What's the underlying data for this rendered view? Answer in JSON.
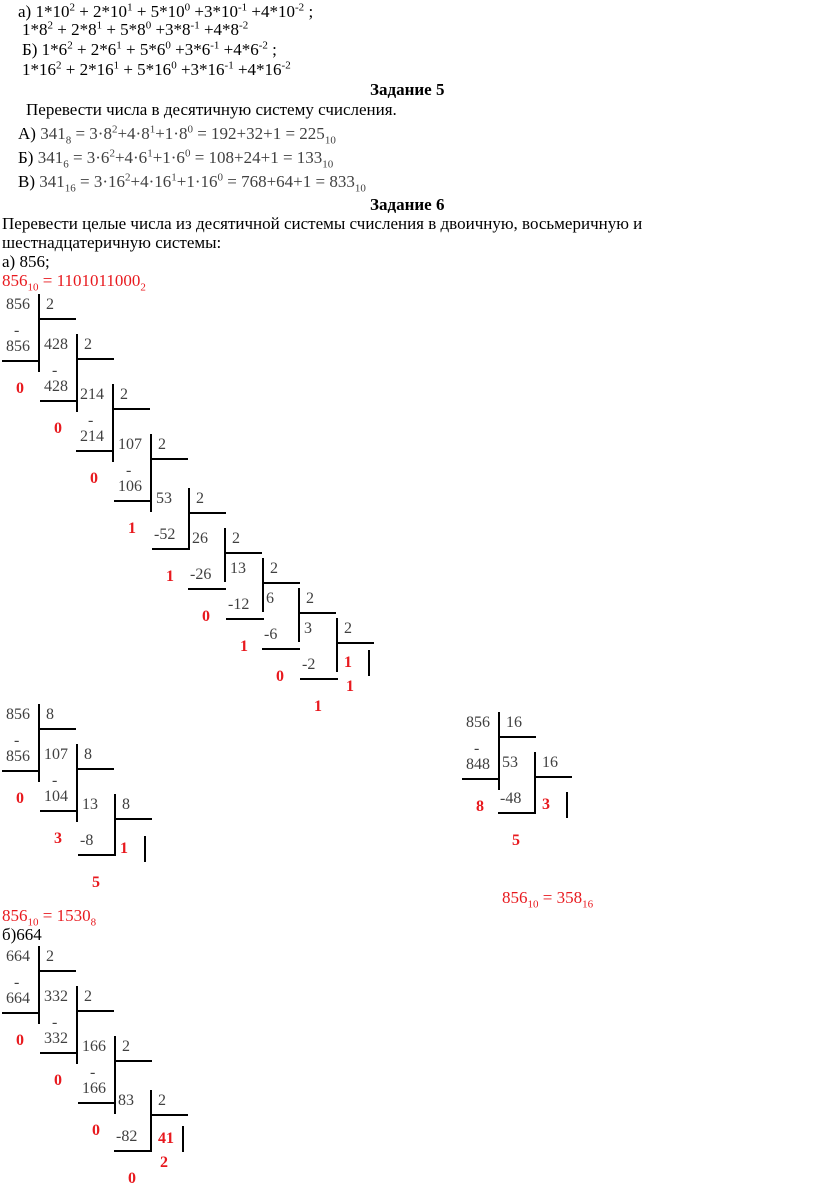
{
  "lines": {
    "a1": [
      "а) 1*10",
      "2",
      " + 2*10",
      "1",
      " + 5*10",
      "0",
      " +3*10",
      "-1",
      " +4*10",
      "-2",
      " ;"
    ],
    "a2": [
      "1*8",
      "2",
      " + 2*8",
      "1",
      " + 5*8",
      "0",
      " +3*8",
      "-1",
      " +4*8",
      "-2"
    ],
    "b1": [
      "Б) 1*6",
      "2",
      " + 2*6",
      "1",
      " + 5*6",
      "0",
      " +3*6",
      "-1",
      " +4*6",
      "-2",
      " ;"
    ],
    "b2": [
      "1*16",
      "2",
      " + 2*16",
      "1",
      " + 5*16",
      "0",
      " +3*16",
      "-1",
      " +4*16",
      "-2"
    ]
  },
  "task5": {
    "title": "Задание 5",
    "intro": "Перевести числа в десятичную систему счисления.",
    "A": {
      "label": "А) ",
      "num": "341",
      "base": "8",
      "expr": [
        " = 3·8",
        "2",
        "+4·8",
        "1",
        "+1·8",
        "0",
        " = 192+32+1 = 225",
        "10"
      ]
    },
    "B": {
      "label": "Б) ",
      "num": "341",
      "base": "6",
      "expr": [
        " = 3·6",
        "2",
        "+4·6",
        "1",
        "+1·6",
        "0",
        " = 108+24+1 = 133",
        "10"
      ]
    },
    "V": {
      "label": "В) ",
      "num": "341",
      "base": "16",
      "expr": [
        " = 3·16",
        "2",
        "+4·16",
        "1",
        "+1·16",
        "0",
        " = 768+64+1 = 833",
        "10"
      ]
    }
  },
  "task6": {
    "title": "Задание 6",
    "intro1": "Перевести целые числа из десятичной системы счисления в двоичную, восьмеричную и",
    "intro2": "шестнадцатеричную системы:",
    "a_label": "а) 856;",
    "res2": [
      "856",
      "10",
      " = 1101011000",
      "2"
    ],
    "res8": [
      "856",
      "10",
      " = 1530",
      "8"
    ],
    "res16": [
      "856",
      "10",
      " = 358",
      "16"
    ],
    "b_label": "б)664"
  },
  "div2_856": {
    "cells": [
      [
        "856",
        "2",
        "-",
        "856",
        "0"
      ],
      [
        "428",
        "2",
        "-",
        "428",
        "0"
      ],
      [
        "214",
        "2",
        "-",
        "214",
        "0"
      ],
      [
        "107",
        "2",
        "-",
        "106",
        "1"
      ],
      [
        "53",
        "2",
        "-52",
        "1"
      ],
      [
        "26",
        "2",
        "-26",
        "0"
      ],
      [
        "13",
        "2",
        "-12",
        "1"
      ],
      [
        "6",
        "2",
        "-6",
        "0"
      ],
      [
        "3",
        "2",
        "-2",
        "1"
      ],
      [
        "1",
        "1"
      ]
    ]
  },
  "div8_856": {
    "cells": [
      [
        "856",
        "8",
        "-",
        "856",
        "0"
      ],
      [
        "107",
        "8",
        "-",
        "104",
        "3"
      ],
      [
        "13",
        "8",
        "-8",
        "5"
      ],
      [
        "1"
      ]
    ]
  },
  "div16_856": {
    "cells": [
      [
        "856",
        "16",
        "-",
        "848",
        "8"
      ],
      [
        "53",
        "16",
        "-48",
        "5"
      ],
      [
        "3"
      ]
    ]
  },
  "div2_664": {
    "cells": [
      [
        "664",
        "2",
        "-",
        "664",
        "0"
      ],
      [
        "332",
        "2",
        "-",
        "332",
        "0"
      ],
      [
        "166",
        "2",
        "-",
        "166",
        "0"
      ],
      [
        "83",
        "2",
        "-82",
        "0"
      ],
      [
        "41",
        "2"
      ]
    ]
  }
}
